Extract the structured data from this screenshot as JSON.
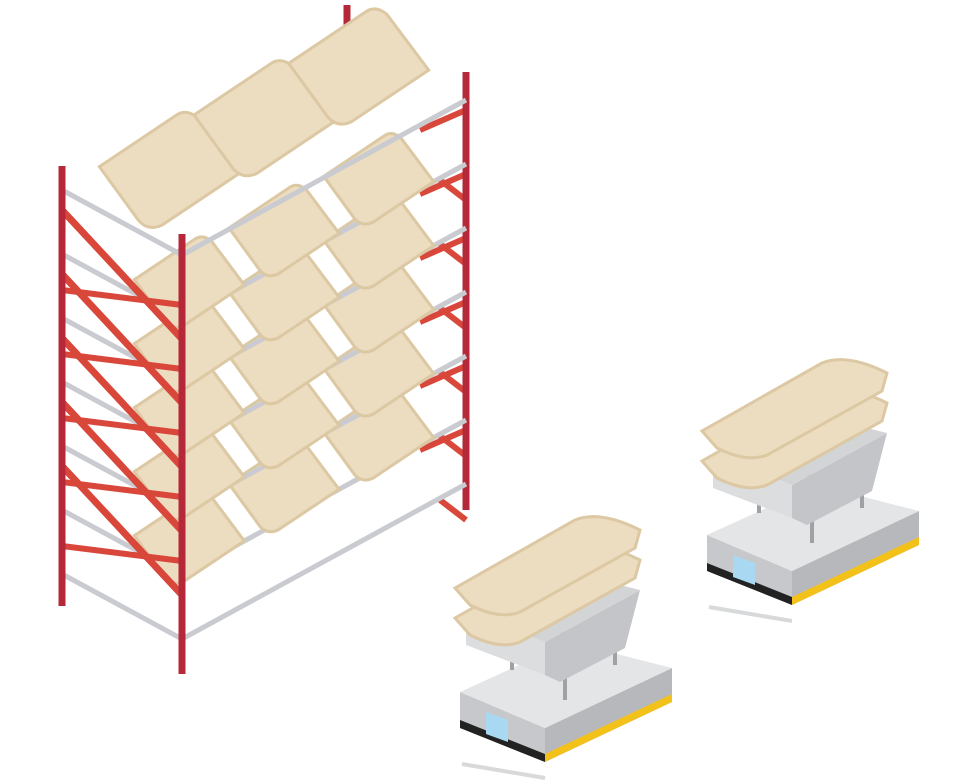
{
  "colors": {
    "rack_red": "#b5283a",
    "rack_red_light": "#d9473a",
    "shelf_gray": "#c9cbd0",
    "bag": "#ecdcc0",
    "bag_shadow": "#dcc8a3",
    "robot_top": "#e4e5e7",
    "robot_side": "#c7c8cb",
    "hopper": "#d3d4d6",
    "stripe_yellow": "#f2c21b",
    "stripe_black": "#222222",
    "window_blue": "#a9d8f2"
  },
  "objects": [
    "storage-rack",
    "agv-robot",
    "agv-robot"
  ]
}
